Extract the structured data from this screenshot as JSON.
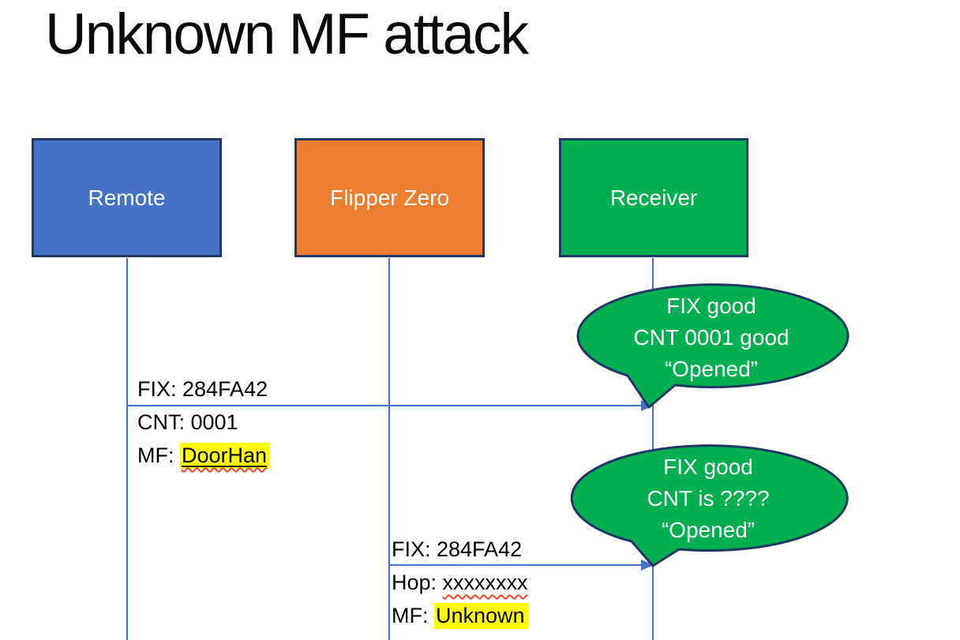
{
  "slide": {
    "title": "Unknown MF attack"
  },
  "actors": [
    {
      "label": "Remote",
      "color": "#4472C4"
    },
    {
      "label": "Flipper Zero",
      "color": "#ED7D31"
    },
    {
      "label": "Receiver",
      "color": "#00B050"
    }
  ],
  "messages": [
    {
      "from": "Remote",
      "to": "Receiver",
      "line1": "FIX: 284FA42",
      "line2": "CNT: 0001",
      "line3_prefix": "MF: ",
      "line3_value": "DoorHan",
      "line3_style": "yellow-highlight, black underline, red squiggle"
    },
    {
      "from": "Flipper Zero",
      "to": "Receiver",
      "line1": "FIX: 284FA42",
      "line2_prefix": "Hop: ",
      "line2_value": "xxxxxxxx",
      "line2_style": "red squiggle",
      "line3_prefix": "MF: ",
      "line3_value": "Unknown",
      "line3_style": "yellow-highlight"
    }
  ],
  "callouts": [
    {
      "attached_to": "Receiver",
      "line1": "FIX good",
      "line2": "CNT 0001 good",
      "line3": "“Opened”"
    },
    {
      "attached_to": "Receiver",
      "line1": "FIX good",
      "line2": "CNT is ????",
      "line3": "“Opened”"
    }
  ],
  "colors": {
    "accent_blue": "#4472C4",
    "orange": "#ED7D31",
    "green": "#00B050",
    "border_navy": "#1F3864",
    "highlight_yellow": "#FFFF00",
    "squiggle_red": "#F2442F",
    "text_white": "#FFFFFF",
    "text_black": "#000000"
  }
}
